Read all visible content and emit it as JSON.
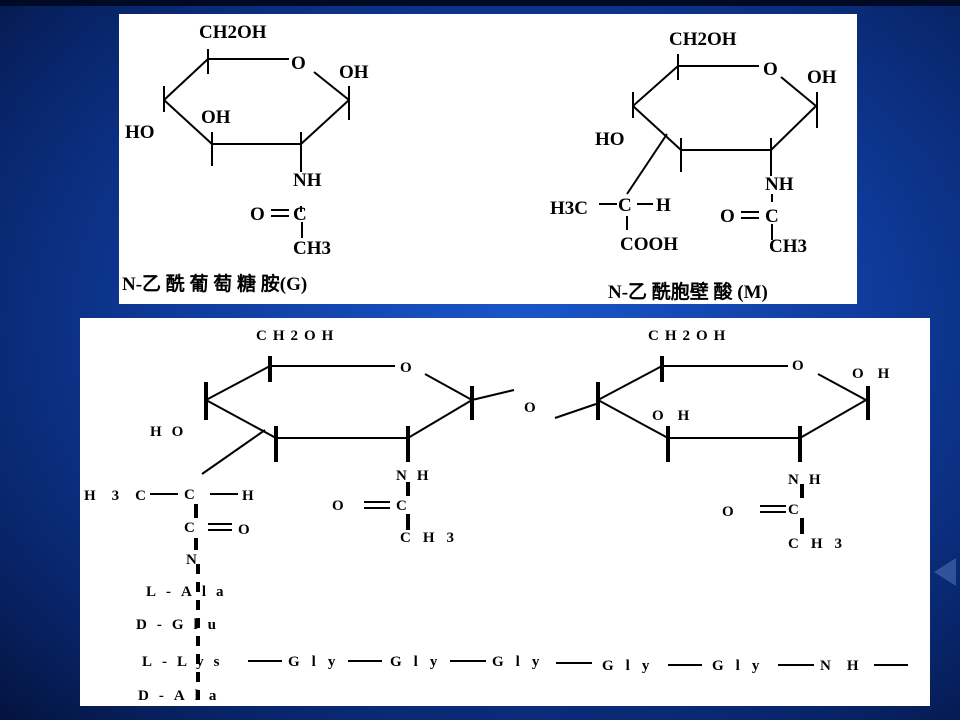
{
  "nag": {
    "ch2oh": "CH2OH",
    "o_ring": "O",
    "oh_right": "OH",
    "oh_mid": "OH",
    "ho": "HO",
    "nh": "NH",
    "o_eq": "O",
    "c": "C",
    "ch3": "CH3",
    "caption": "N-乙 酰 葡 萄 糖 胺(G)"
  },
  "nam": {
    "ch2oh": "CH2OH",
    "o_ring": "O",
    "oh_right": "OH",
    "ho": "HO",
    "nh": "NH",
    "o_eq": "O",
    "c": "C",
    "ch3": "CH3",
    "h3c": "H3C",
    "c_h": "C",
    "h": "H",
    "cooh": "COOH",
    "caption": "N-乙 酰胞壁 酸 (M)"
  },
  "chain": {
    "left_ch2oh": "CH2OH",
    "right_ch2oh": "CH2OH",
    "left_o_ring": "O",
    "bridge_o": "O",
    "right_o_ring": "O",
    "right_oh_top": "OH",
    "right_oh_mid": "OH",
    "ho": "HO",
    "h3c": "H3C",
    "c_mid": "C",
    "h": "H",
    "c_carbonyl": "C",
    "o_carbonyl": "O",
    "n": "N",
    "nh_left": "NH",
    "o_left": "O",
    "c_left": "C",
    "ch3_left": "CH3",
    "nh_right": "NH",
    "o_right": "O",
    "c_right": "C",
    "ch3_right": "CH3"
  },
  "peptide": [
    "L-Ala",
    "D-Glu",
    "L-Lys",
    "D-Ala"
  ],
  "glycine_bridge": [
    "Gly",
    "Gly",
    "Gly",
    "Gly",
    "Gly"
  ],
  "bridge_end": "NH"
}
